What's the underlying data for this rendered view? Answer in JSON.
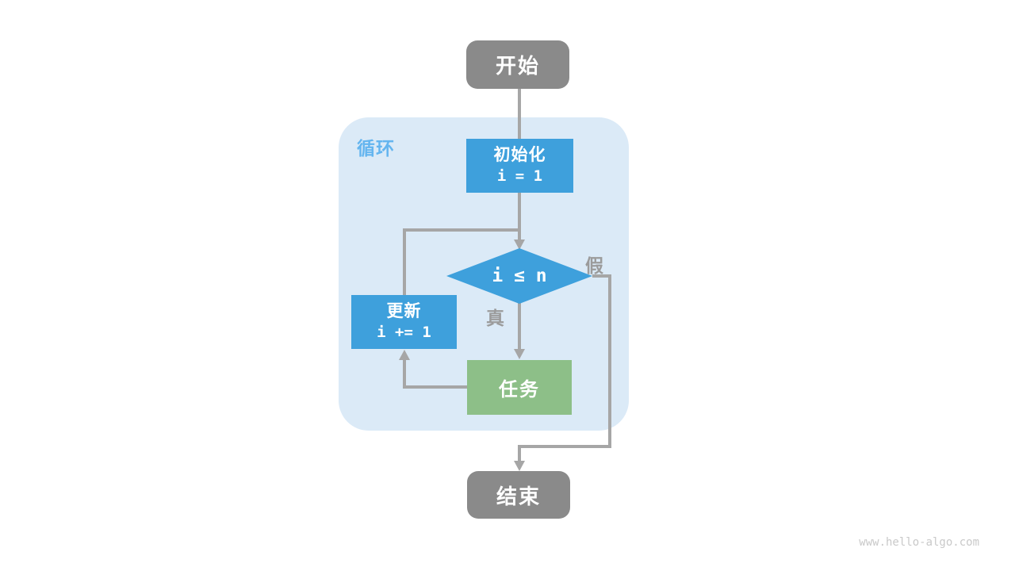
{
  "diagram": {
    "nodes": {
      "start": {
        "label": "开始"
      },
      "loop_panel": {
        "label": "循环"
      },
      "init": {
        "label": "初始化",
        "code": "i = 1"
      },
      "condition": {
        "label": "i ≤ n"
      },
      "update": {
        "label": "更新",
        "code": "i += 1"
      },
      "task": {
        "label": "任务"
      },
      "end": {
        "label": "结束"
      }
    },
    "edges": {
      "true_label": "真",
      "false_label": "假"
    },
    "watermark": "www.hello-algo.com"
  },
  "colors": {
    "blue": "#3EA0DC",
    "green": "#8DBF88",
    "gray": "#8A8A8A",
    "panel": "#DBEAF7",
    "panel-label": "#64B5EF",
    "line": "#A6A6A6",
    "edge-label": "#9B9B9B",
    "watermark": "#C9C9C9"
  }
}
